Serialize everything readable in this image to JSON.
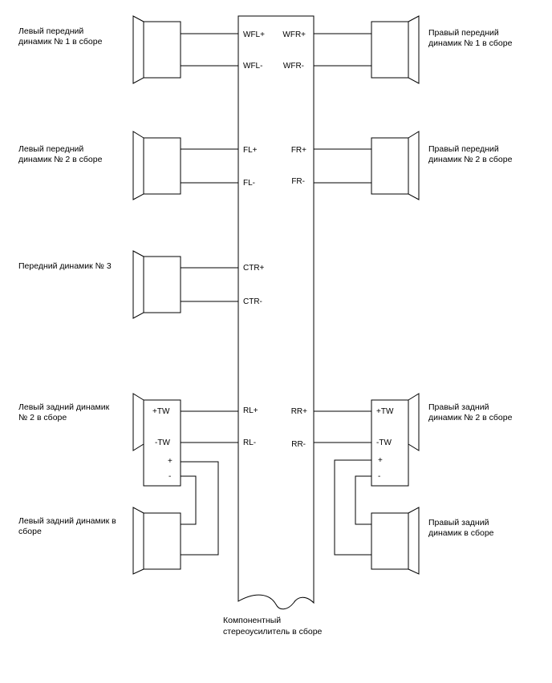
{
  "amplifier": {
    "label_line1": "Компонентный",
    "label_line2": "стереоусилитель в сборе"
  },
  "speakers": {
    "front_left_1": {
      "line1": "Левый передний",
      "line2": "динамик № 1 в сборе"
    },
    "front_left_2": {
      "line1": "Левый передний",
      "line2": "динамик № 2 в сборе"
    },
    "front_center_3": {
      "line1": "Передний динамик № 3"
    },
    "rear_left_2": {
      "line1": "Левый задний динамик",
      "line2": "№ 2 в сборе"
    },
    "rear_left": {
      "line1": "Левый задний динамик в",
      "line2": "сборе"
    },
    "front_right_1": {
      "line1": "Правый передний",
      "line2": "динамик № 1 в сборе"
    },
    "front_right_2": {
      "line1": "Правый передний",
      "line2": "динамик № 2 в сборе"
    },
    "rear_right_2": {
      "line1": "Правый задний",
      "line2": "динамик № 2 в сборе"
    },
    "rear_right": {
      "line1": "Правый задний",
      "line2": "динамик в сборе"
    }
  },
  "pins": {
    "wfl_plus": "WFL+",
    "wfl_minus": "WFL-",
    "wfr_plus": "WFR+",
    "wfr_minus": "WFR-",
    "fl_plus": "FL+",
    "fl_minus": "FL-",
    "fr_plus": "FR+",
    "fr_minus": "FR-",
    "ctr_plus": "CTR+",
    "ctr_minus": "CTR-",
    "rl_plus": "RL+",
    "rl_minus": "RL-",
    "rr_plus": "RR+",
    "rr_minus": "RR-"
  },
  "speaker_terminals": {
    "left_tw_plus": "+TW",
    "left_tw_minus": "-TW",
    "left_plus": "+",
    "left_minus": "-",
    "right_tw_plus": "+TW",
    "right_tw_minus": "-TW",
    "right_plus": "+",
    "right_minus": "-"
  }
}
